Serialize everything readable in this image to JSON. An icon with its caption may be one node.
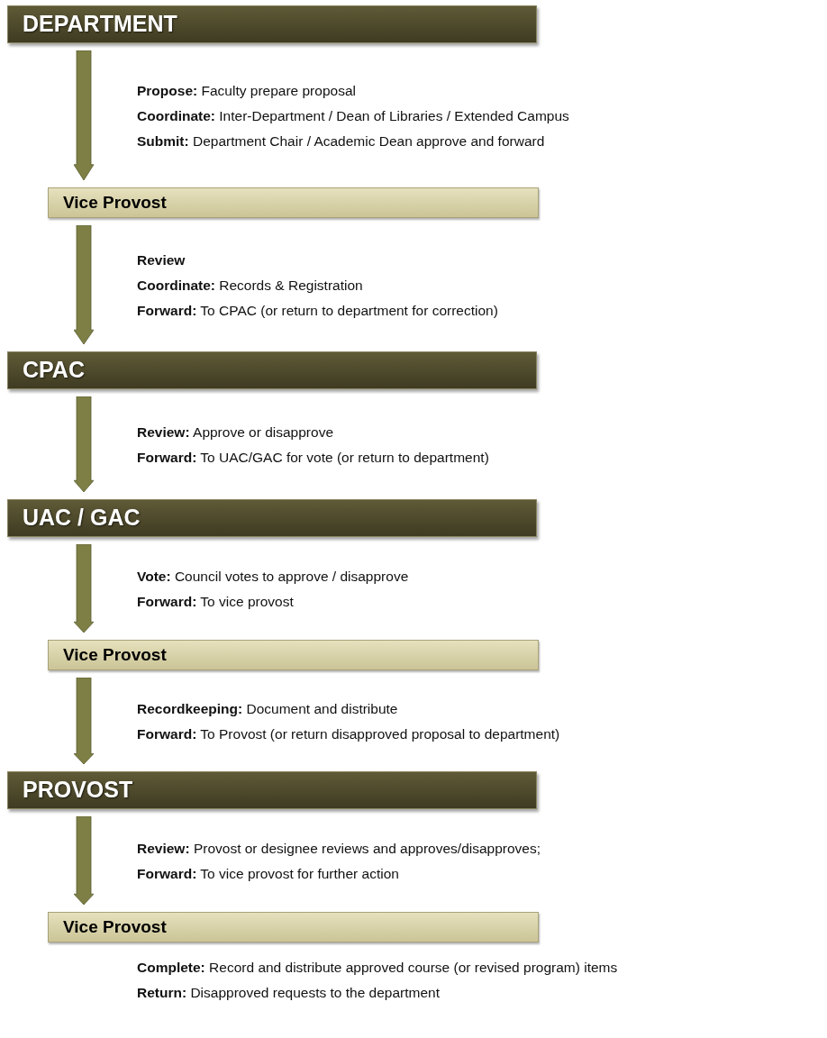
{
  "diagram": {
    "nodes": [
      {
        "text": [
          "DEPARTMENT"
        ]
      },
      {
        "text": [
          "Vice Provost"
        ]
      },
      {
        "text": [
          "CPAC"
        ]
      },
      {
        "text": [
          "UAC / GAC"
        ]
      },
      {
        "text": [
          "Vice Provost"
        ]
      },
      {
        "text": [
          "PROVOST"
        ]
      },
      {
        "text": [
          "Vice Provost"
        ]
      }
    ],
    "edges": [
      {
        "from": 0,
        "to": 1,
        "arrow": "to",
        "style": "thick"
      },
      {
        "from": 1,
        "to": 2,
        "arrow": "to",
        "style": "thick"
      },
      {
        "from": 2,
        "to": 3,
        "arrow": "to",
        "style": "thick"
      },
      {
        "from": 3,
        "to": 4,
        "arrow": "to",
        "style": "thick"
      },
      {
        "from": 4,
        "to": 5,
        "arrow": "to",
        "style": "thick"
      },
      {
        "from": 5,
        "to": 6,
        "arrow": "to",
        "style": "thick"
      }
    ],
    "labels": [
      "**Propose:** Faculty prepare proposal",
      "**Coordinate:** Inter-Department / Dean of Libraries / Extended Campus",
      "**Submit:** Department Chair / Academic Dean approve and forward",
      "**Review**",
      "**Coordinate:** Records & Registration",
      "**Forward:** To CPAC (or return to department for correction)",
      "**Review:** Approve or disapprove",
      "**Forward:** To UAC/GAC for vote (or return to department)",
      "**Vote:** Council votes to approve / disapprove",
      "**Forward:** To vice provost",
      "**Recordkeeping:** Document and distribute",
      "**Forward:** To Provost (or return disapproved proposal to department)",
      "**Review:** Provost or designee reviews and approves/disapproves;",
      "**Forward:** To vice provost for further action",
      "**Complete:** Record and distribute approved course (or revised program) items",
      "**Return:** Disapproved requests to the department"
    ]
  }
}
